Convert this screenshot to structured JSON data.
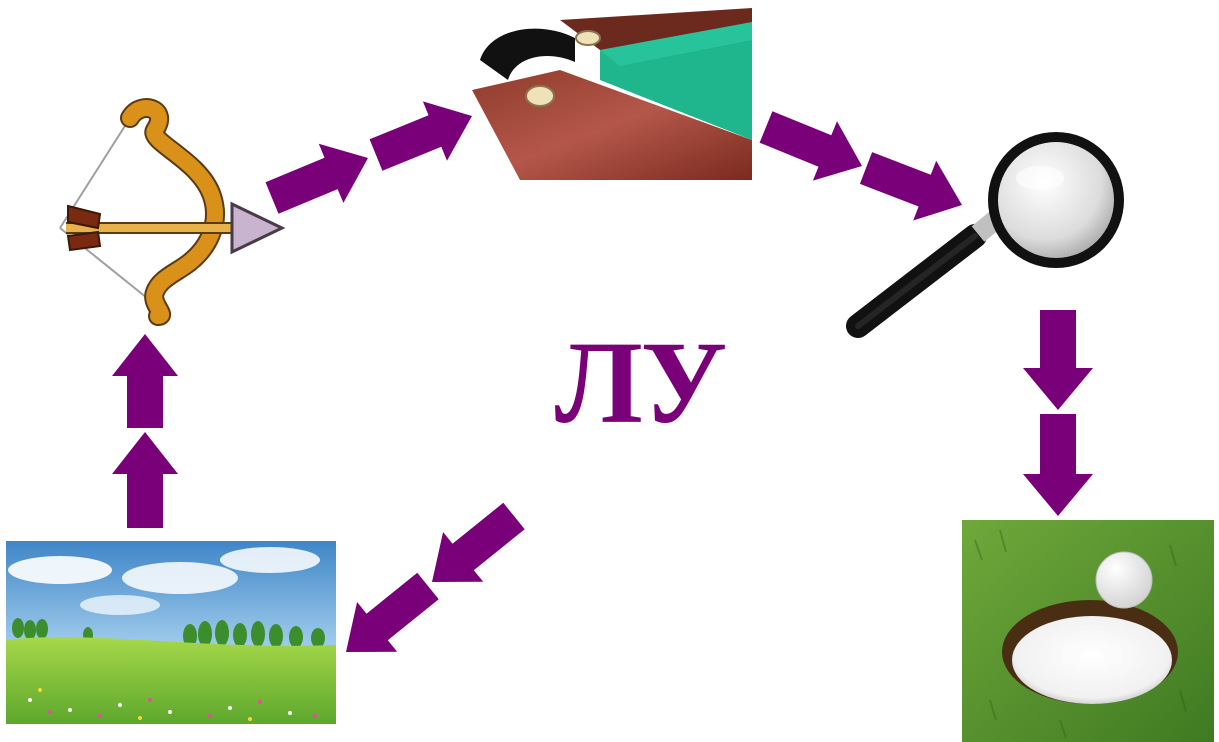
{
  "center_label": "ЛУ",
  "colors": {
    "arrow": "#7a007a",
    "label": "#7a007a"
  },
  "nodes": [
    {
      "id": "bow",
      "icon": "bow-and-arrow-icon"
    },
    {
      "id": "billiard",
      "icon": "billiard-pocket-icon"
    },
    {
      "id": "magnifier",
      "icon": "magnifying-glass-icon"
    },
    {
      "id": "golf",
      "icon": "golf-ball-hole-icon"
    },
    {
      "id": "meadow",
      "icon": "meadow-landscape-icon"
    }
  ],
  "cycle": [
    "meadow",
    "bow",
    "billiard",
    "magnifier",
    "golf",
    "center"
  ]
}
